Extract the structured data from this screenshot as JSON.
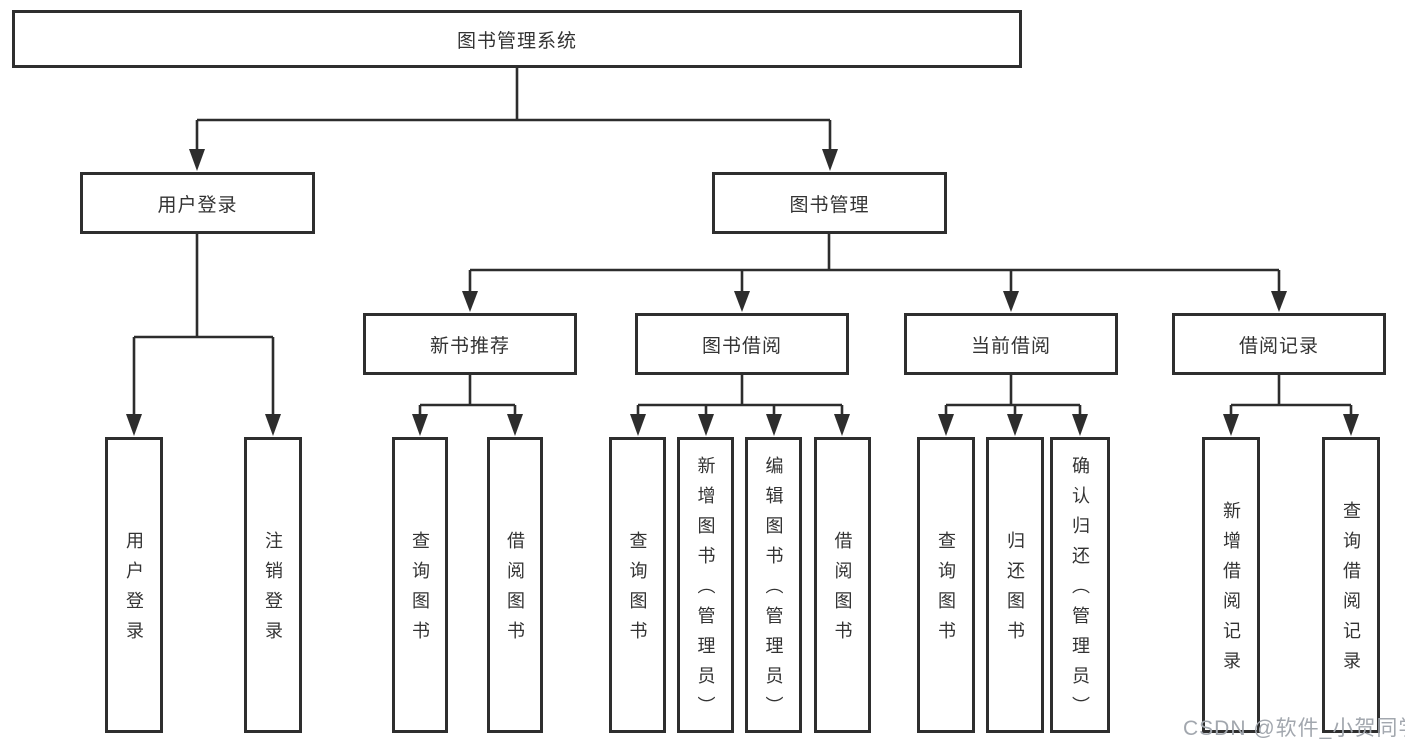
{
  "tree": {
    "root": "图书管理系统",
    "branches": [
      {
        "label": "用户登录",
        "children": [
          "用户登录",
          "注销登录"
        ]
      },
      {
        "label": "图书管理",
        "groups": [
          {
            "label": "新书推荐",
            "children": [
              "查询图书",
              "借阅图书"
            ]
          },
          {
            "label": "图书借阅",
            "children": [
              "查询图书",
              "新增图书（管理员）",
              "编辑图书（管理员）",
              "借阅图书"
            ]
          },
          {
            "label": "当前借阅",
            "children": [
              "查询图书",
              "归还图书",
              "确认归还（管理员）"
            ]
          },
          {
            "label": "借阅记录",
            "children": [
              "新增借阅记录",
              "查询借阅记录"
            ]
          }
        ]
      }
    ]
  },
  "watermark": {
    "text": "CSDN @软件_小贺同学"
  },
  "colors": {
    "line": "#2d2d2d",
    "text": "#333333",
    "watermark": "#a2a7ae",
    "background": "#ffffff"
  }
}
